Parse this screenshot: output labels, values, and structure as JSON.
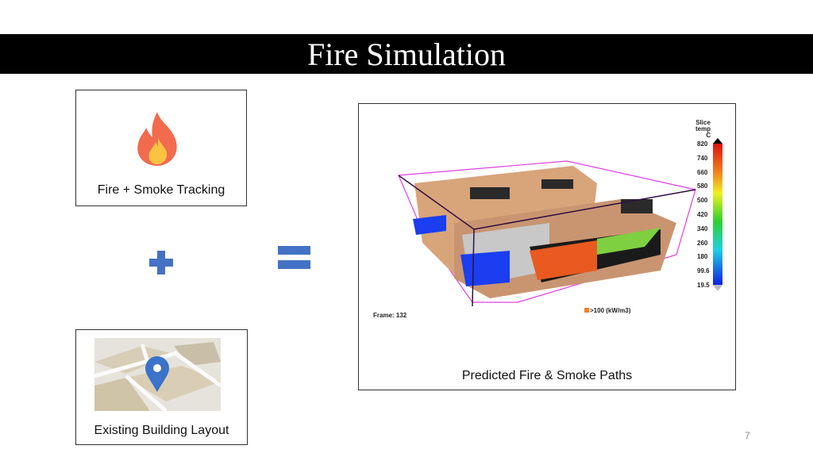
{
  "title": "Fire Simulation",
  "panels": {
    "fire_tracking": {
      "caption": "Fire + Smoke Tracking",
      "icon": "fire-icon"
    },
    "building_layout": {
      "caption": "Existing Building Layout",
      "icon": "location-pin-icon"
    },
    "prediction": {
      "caption": "Predicted Fire & Smoke Paths",
      "frame_label": "Frame: 132",
      "hrr_legend": ">100 (kW/m3)",
      "colorbar_title": [
        "Slice",
        "temp",
        "C"
      ],
      "colorbar_ticks": [
        "820",
        "740",
        "660",
        "580",
        "500",
        "420",
        "340",
        "260",
        "180",
        "99.6",
        "19.5"
      ]
    }
  },
  "operators": {
    "plus": "plus-icon",
    "equals": "equals-icon"
  },
  "page_number": "7",
  "colors": {
    "accent": "#4472c4",
    "title_bg": "#000000"
  }
}
